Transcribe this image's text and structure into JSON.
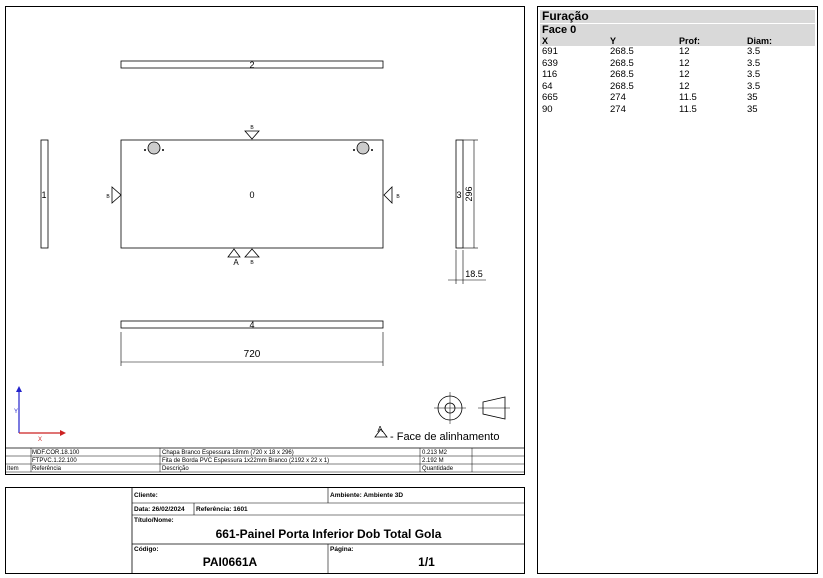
{
  "drawing": {
    "part_labels": {
      "top": "2",
      "main": "0",
      "left": "1",
      "right": "3",
      "bottom": "4"
    },
    "edge_marker": "B",
    "align_marker": "A",
    "dim_height": "296",
    "dim_thickness": "18.5",
    "dim_width": "720",
    "axis_y": "Y",
    "axis_x": "X",
    "legend_text": "- Face de alinhamento"
  },
  "bom": {
    "headers": {
      "item": "Item",
      "reference": "Referência",
      "description": "Descrição",
      "quantity": "Quantidade"
    },
    "rows": [
      {
        "reference": "MDF.COR.18.100",
        "description": "Chapa Branco Espessura 18mm (720  x  18  x  296)",
        "quantity": "0.213 M2"
      },
      {
        "reference": "FTPVC.1.22.100",
        "description": "Fita de Borda PVC Espessura 1x22mm Branco (2192  x  22  x  1)",
        "quantity": "2.192 M"
      }
    ]
  },
  "titleblock": {
    "client_label": "Cliente:",
    "ambient_label": "Ambiente: Ambiente 3D",
    "date_label": "Data: 26/02/2024",
    "reference_label": "Referência: 1601",
    "title_label": "Título/Nome:",
    "title": "661-Painel Porta Inferior Dob Total Gola",
    "code_label": "Código:",
    "code": "PAI0661A",
    "page_label": "Página:",
    "page": "1/1"
  },
  "furacao": {
    "title": "Furação",
    "face": "Face 0",
    "headers": {
      "x": "X",
      "y": "Y",
      "prof": "Prof:",
      "diam": "Diam:"
    },
    "rows": [
      {
        "x": "691",
        "y": "268.5",
        "prof": "12",
        "diam": "3.5"
      },
      {
        "x": "639",
        "y": "268.5",
        "prof": "12",
        "diam": "3.5"
      },
      {
        "x": "116",
        "y": "268.5",
        "prof": "12",
        "diam": "3.5"
      },
      {
        "x": "64",
        "y": "268.5",
        "prof": "12",
        "diam": "3.5"
      },
      {
        "x": "665",
        "y": "274",
        "prof": "11.5",
        "diam": "35"
      },
      {
        "x": "90",
        "y": "274",
        "prof": "11.5",
        "diam": "35"
      }
    ]
  }
}
